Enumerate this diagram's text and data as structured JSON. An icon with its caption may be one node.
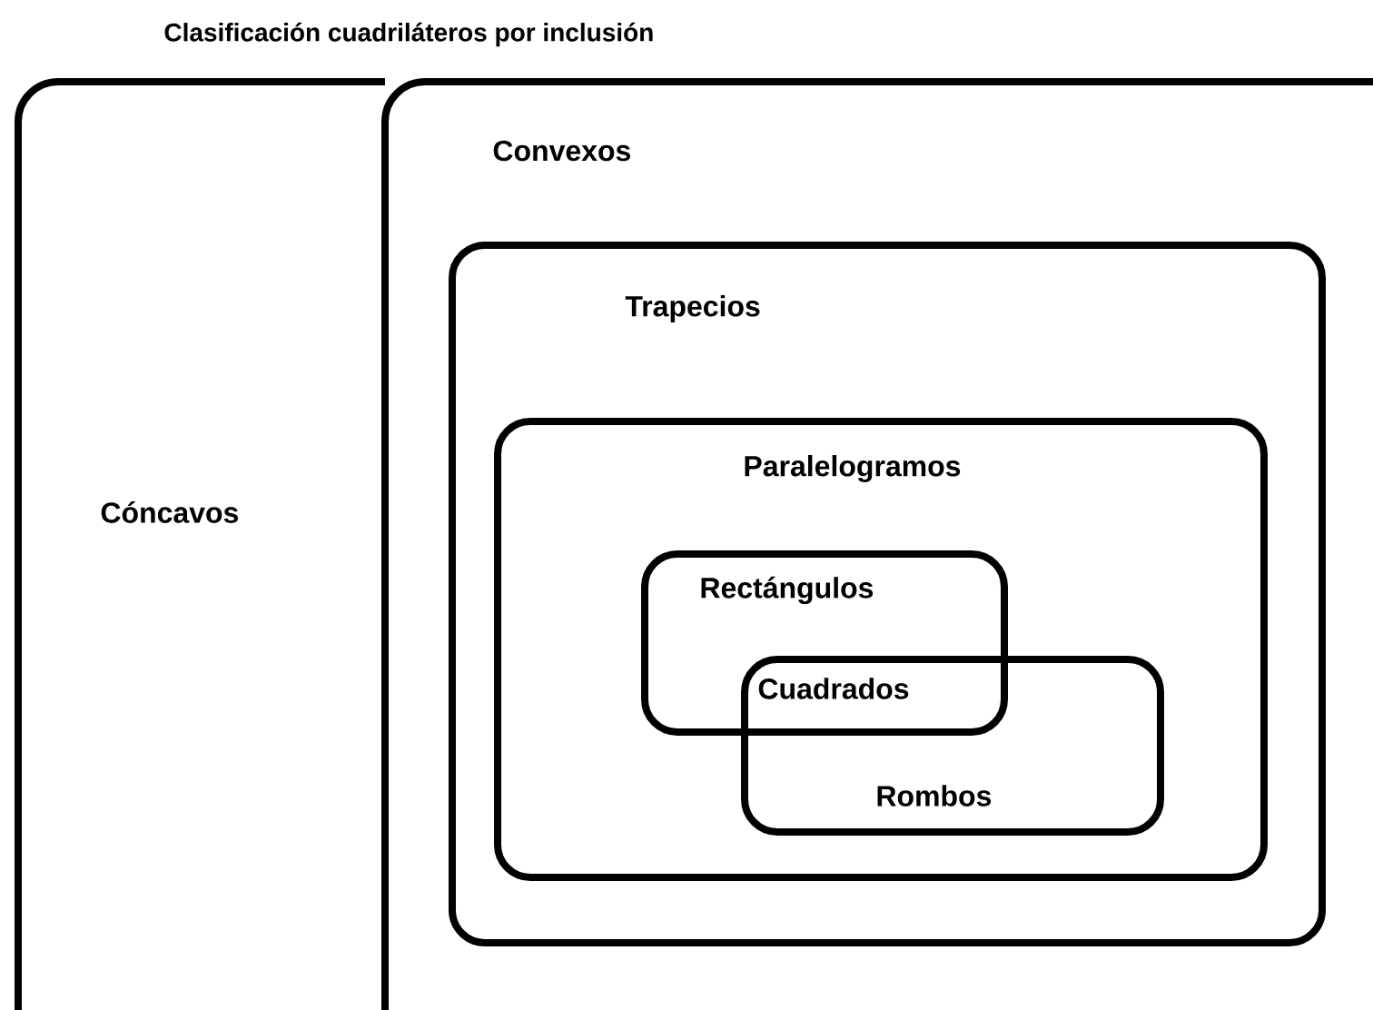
{
  "diagram": {
    "title": "Clasificación cuadriláteros por inclusión",
    "nodes": [
      {
        "text": [
          "Cóncavos"
        ]
      },
      {
        "text": [
          "Convexos"
        ]
      },
      {
        "text": [
          "Trapecios"
        ],
        "in": 1
      },
      {
        "text": [
          "Paralelogramos"
        ],
        "in": 2
      },
      {
        "text": [
          "Rectángulos"
        ],
        "in": 3
      },
      {
        "text": [
          "Rombos"
        ],
        "in": 3
      }
    ],
    "labels": [
      "Cuadrados"
    ]
  }
}
